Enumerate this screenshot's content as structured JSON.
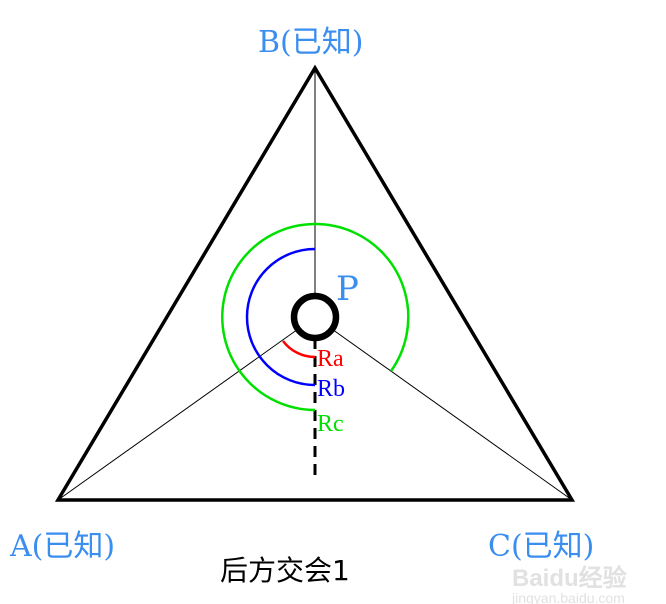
{
  "labels": {
    "b": "B(已知)",
    "a": "A(已知)",
    "c": "C(已知)",
    "p": "P",
    "ra": "Ra",
    "rb": "Rb",
    "rc": "Rc"
  },
  "caption": "后方交会1",
  "watermark": {
    "logo": "Baidu经验",
    "url_text": "jingyan.baidu.com"
  },
  "colors": {
    "label": "#3a8ef0",
    "ra": "#ff0000",
    "rb": "#0000ff",
    "rc": "#00e000",
    "lines": "#000000"
  }
}
